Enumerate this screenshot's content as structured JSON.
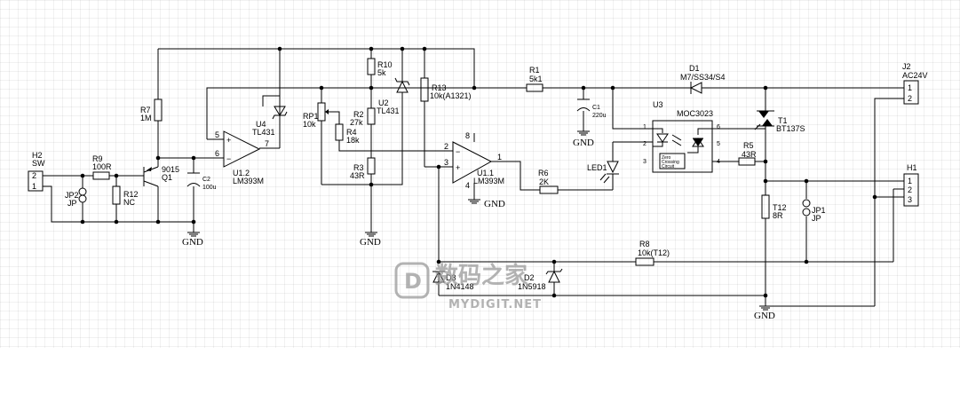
{
  "labels": {
    "h2_ref": "H2",
    "h2_name": "SW",
    "h2_pin2": "2",
    "h2_pin1": "1",
    "r9_ref": "R9",
    "r9_val": "100R",
    "r12_ref": "R12",
    "r12_val": "NC",
    "jp2_ref": "JP2",
    "jp2_val": "JP",
    "q1_part": "9015",
    "q1_ref": "Q1",
    "r7_ref": "R7",
    "r7_val": "1M",
    "c2_ref": "C2",
    "c2_val": "100u",
    "u12_ref": "U1.2",
    "u12_part": "LM393M",
    "u12_pin5": "5",
    "u12_pin6": "6",
    "u12_pin7": "7",
    "u4_ref": "U4",
    "u4_part": "TL431",
    "rp1_ref": "RP1",
    "rp1_val": "10k",
    "r4_ref": "R4",
    "r4_val": "18k",
    "r10_ref": "R10",
    "r10_val": "5k",
    "r2_ref": "R2",
    "r2_val": "27k",
    "r3_ref": "R3",
    "r3_val": "43R",
    "u2_ref": "U2",
    "u2_part": "TL431",
    "r13_ref": "R13",
    "r13_val": "10k(A1321)",
    "u11_ref": "U1.1",
    "u11_part": "LM393M",
    "u11_pin2": "2",
    "u11_pin3": "3",
    "u11_pin1": "1",
    "u11_pin8": "8",
    "u11_pin4": "4",
    "r1_ref": "R1",
    "r1_val": "5k1",
    "c1_ref": "C1",
    "c1_val": "220u",
    "r6_ref": "R6",
    "r6_val": "2K",
    "led1_ref": "LED1",
    "d1_ref": "D1",
    "d1_val": "M7/SS34/S4",
    "u3_ref": "U3",
    "u3_part": "MOC3023",
    "u3_pin1": "1",
    "u3_pin2": "2",
    "u3_pin3": "3",
    "u3_pin4": "4",
    "u3_pin5": "5",
    "u3_pin6": "6",
    "zc_line1": "Zero",
    "zc_line2": "Crossing",
    "zc_line3": "Circuit",
    "r5_ref": "R5",
    "r5_val": "43R",
    "t1_ref": "T1",
    "t1_part": "BT137S",
    "j2_ref": "J2",
    "j2_name": "AC24V",
    "j2_pin1": "1",
    "j2_pin2": "2",
    "h1_ref": "H1",
    "h1_pin1": "1",
    "h1_pin2": "2",
    "h1_pin3": "3",
    "t12_ref": "T12",
    "t12_val": "8R",
    "jp1_ref": "JP1",
    "jp1_val": "JP",
    "r8_ref": "R8",
    "r8_val": "10k(T12)",
    "d3_ref": "D3",
    "d3_val": "1N4148",
    "d2_ref": "D2",
    "d2_val": "1N5918",
    "gnd": "GND"
  },
  "watermark": {
    "logo_glyph": "D",
    "text_cn": "数码之家",
    "text_en": "MYDIGIT.NET"
  }
}
